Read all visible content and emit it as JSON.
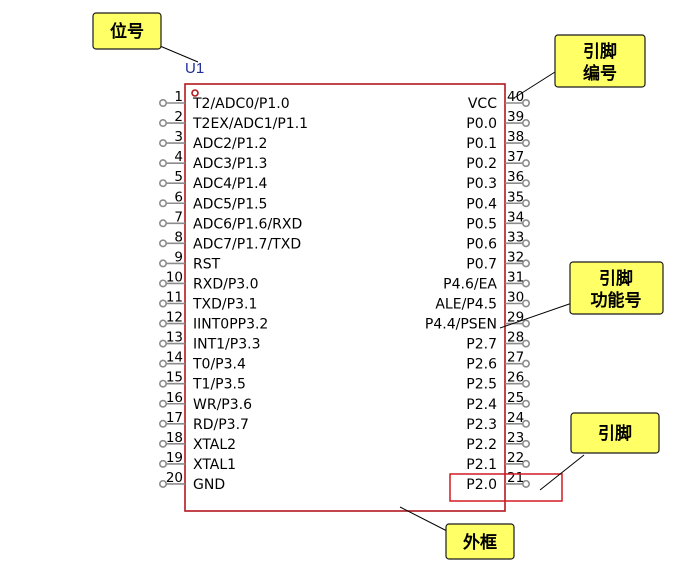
{
  "chip": {
    "ref": "U1",
    "left_pins": [
      {
        "num": "1",
        "name": "T2/ADC0/P1.0"
      },
      {
        "num": "2",
        "name": "T2EX/ADC1/P1.1"
      },
      {
        "num": "3",
        "name": "ADC2/P1.2"
      },
      {
        "num": "4",
        "name": "ADC3/P1.3"
      },
      {
        "num": "5",
        "name": "ADC4/P1.4"
      },
      {
        "num": "6",
        "name": "ADC5/P1.5"
      },
      {
        "num": "7",
        "name": "ADC6/P1.6/RXD"
      },
      {
        "num": "8",
        "name": "ADC7/P1.7/TXD"
      },
      {
        "num": "9",
        "name": "RST"
      },
      {
        "num": "10",
        "name": "RXD/P3.0"
      },
      {
        "num": "11",
        "name": "TXD/P3.1"
      },
      {
        "num": "12",
        "name": "IINT0PP3.2"
      },
      {
        "num": "13",
        "name": "INT1/P3.3"
      },
      {
        "num": "14",
        "name": "T0/P3.4"
      },
      {
        "num": "15",
        "name": "T1/P3.5"
      },
      {
        "num": "16",
        "name": "WR/P3.6"
      },
      {
        "num": "17",
        "name": "RD/P3.7"
      },
      {
        "num": "18",
        "name": "XTAL2"
      },
      {
        "num": "19",
        "name": "XTAL1"
      },
      {
        "num": "20",
        "name": "GND"
      }
    ],
    "right_pins": [
      {
        "num": "40",
        "name": "VCC"
      },
      {
        "num": "39",
        "name": "P0.0"
      },
      {
        "num": "38",
        "name": "P0.1"
      },
      {
        "num": "37",
        "name": "P0.2"
      },
      {
        "num": "36",
        "name": "P0.3"
      },
      {
        "num": "35",
        "name": "P0.4"
      },
      {
        "num": "34",
        "name": "P0.5"
      },
      {
        "num": "33",
        "name": "P0.6"
      },
      {
        "num": "32",
        "name": "P0.7"
      },
      {
        "num": "31",
        "name": "P4.6/EA"
      },
      {
        "num": "30",
        "name": "ALE/P4.5"
      },
      {
        "num": "29",
        "name": "P4.4/PSEN"
      },
      {
        "num": "28",
        "name": "P2.7"
      },
      {
        "num": "27",
        "name": "P2.6"
      },
      {
        "num": "26",
        "name": "P2.5"
      },
      {
        "num": "25",
        "name": "P2.4"
      },
      {
        "num": "24",
        "name": "P2.3"
      },
      {
        "num": "23",
        "name": "P2.2"
      },
      {
        "num": "22",
        "name": "P2.1"
      },
      {
        "num": "21",
        "name": "P2.0"
      }
    ]
  },
  "callouts": {
    "ref_designator": "位号",
    "pin_number_line1": "引脚",
    "pin_number_line2": "编号",
    "pin_function_line1": "引脚",
    "pin_function_line2": "功能号",
    "pin": "引脚",
    "outline": "外框"
  },
  "colors": {
    "outline": "#b3181f",
    "pin_line": "#8c8c8c",
    "callout_fill": "#ffff66",
    "callout_stroke": "#1a1a1a",
    "ref_text": "#1f2f9a"
  }
}
